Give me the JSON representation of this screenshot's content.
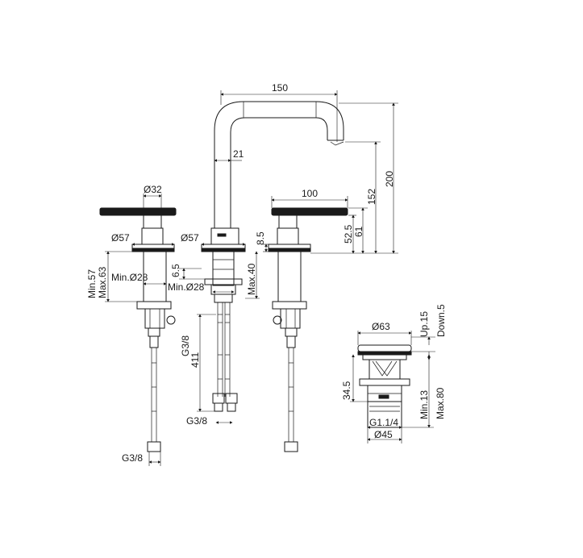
{
  "labels": {
    "spout_width": "150",
    "spout_height": "200",
    "spout_outlet_height": "152",
    "spout_tube": "21",
    "handle_length": "100",
    "handle_height_outer": "61",
    "handle_height_inner": "52.5",
    "deck_gap": "8.5",
    "left_handle_dia": "Ø32",
    "left_base_dia": "Ø57",
    "centre_base_dia": "Ø57",
    "min_deck": "Min.57",
    "max_deck": "Max.63",
    "left_min_hole": "Min.Ø28",
    "centre_min_hole": "Min.Ø28",
    "centre_gap": "6.5",
    "centre_max": "Max.40",
    "centre_thread": "G3/8",
    "hose_length": "411",
    "centre_hose_thread": "G3/8",
    "left_hose_thread": "G3/8",
    "drain_top_dia": "Ø63",
    "drain_up": "Up.15",
    "drain_down": "Down.5",
    "drain_height": "34.5",
    "drain_min": "Min.13",
    "drain_max": "Max.80",
    "drain_thread": "G1.1/4",
    "drain_body_dia": "Ø45"
  }
}
